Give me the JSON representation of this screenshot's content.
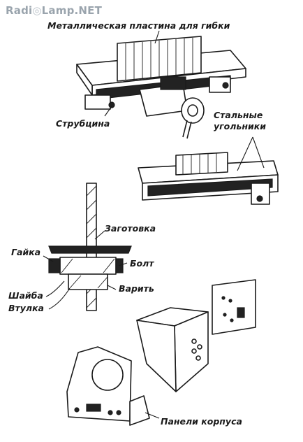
{
  "watermark": {
    "part1": "Radi",
    "part2": "Lamp.NET"
  },
  "labels": {
    "plate": "Металлическая пластина для гибки",
    "clamp": "Струбцина",
    "corners_line1": "Стальные",
    "corners_line2": "угольники",
    "blank": "Заготовка",
    "nut": "Гайка",
    "bolt": "Болт",
    "washer": "Шайба",
    "sleeve": "Втулка",
    "weld": "Варить",
    "panels": "Панели корпуса"
  },
  "colors": {
    "ink": "#1a1a1a",
    "watermark_grey": "#9aa4ad"
  }
}
